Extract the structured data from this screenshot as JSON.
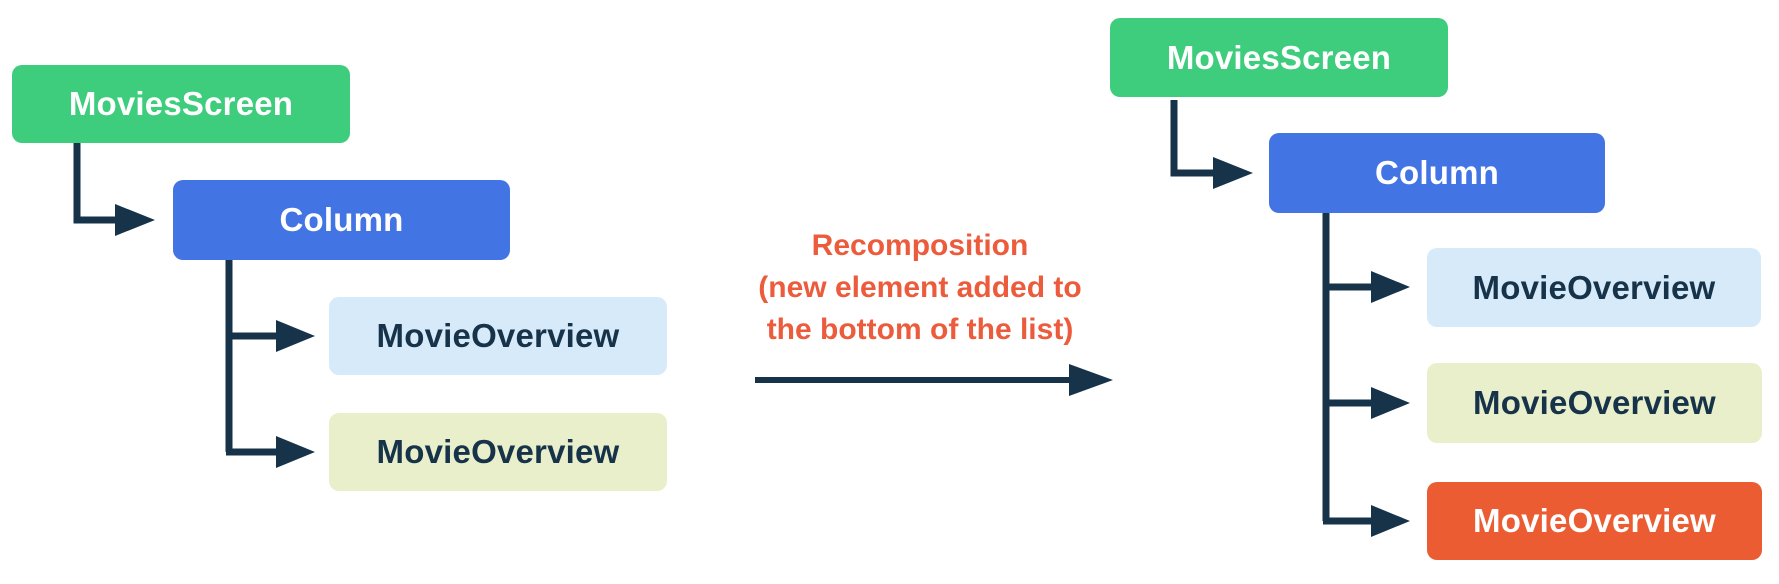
{
  "colors": {
    "background": "#FFFFFF",
    "node_green": "#3ECD7D",
    "node_blue": "#4374E4",
    "node_light_blue": "#D6EAFA",
    "node_light_yellow": "#E9EFCB",
    "node_orange": "#EB5C33",
    "annotation_orange": "#EC5C3C",
    "connector_dark": "#17334A"
  },
  "left_tree": {
    "root": {
      "label": "MoviesScreen"
    },
    "container": {
      "label": "Column"
    },
    "children": [
      {
        "label": "MovieOverview"
      },
      {
        "label": "MovieOverview"
      }
    ]
  },
  "annotation": {
    "lines": [
      "Recomposition",
      "(new element added to",
      "the bottom of the list)"
    ]
  },
  "right_tree": {
    "root": {
      "label": "MoviesScreen"
    },
    "container": {
      "label": "Column"
    },
    "children": [
      {
        "label": "MovieOverview"
      },
      {
        "label": "MovieOverview"
      },
      {
        "label": "MovieOverview"
      }
    ]
  }
}
